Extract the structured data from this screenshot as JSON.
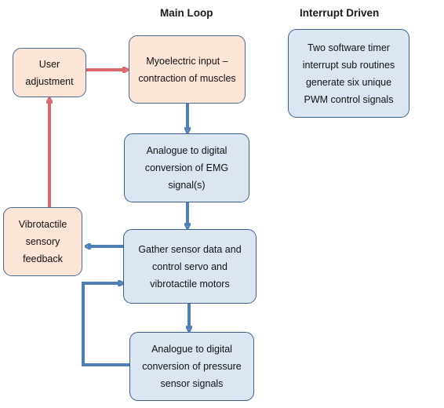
{
  "headings": {
    "main_loop": "Main Loop",
    "interrupt_driven": "Interrupt Driven"
  },
  "boxes": {
    "user_adjustment": "User\nadjustment",
    "myoelectric_input": "Myoelectric input –\ncontraction of muscles",
    "adc_emg": "Analogue to digital\nconversion of EMG\nsignal(s)",
    "gather_sensor": "Gather sensor data and\ncontrol servo and\nvibrotactile motors",
    "vibrotactile_feedback": "Vibrotactile\nsensory\nfeedback",
    "adc_pressure": "Analogue to digital\nconversion of pressure\nsensor signals",
    "timer_interrupt": "Two software timer\ninterrupt sub routines\ngenerate six unique\nPWM control signals"
  },
  "colors": {
    "blue_fill": "#dce6f2",
    "peach_fill": "#fce4d6",
    "blue_arrow": "#4f7fb3",
    "red_arrow": "#d9676b"
  }
}
